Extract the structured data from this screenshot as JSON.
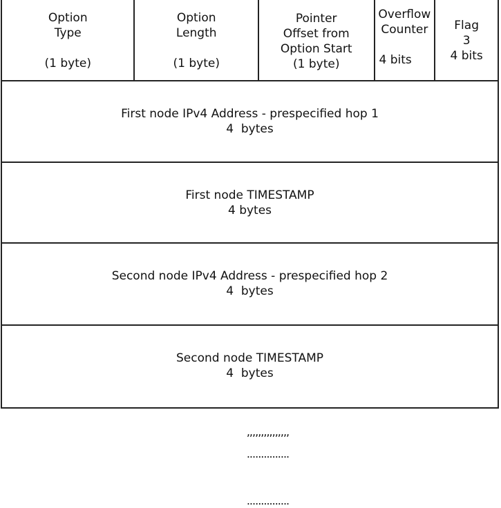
{
  "header": {
    "option_type": {
      "lines": [
        "Option",
        "Type"
      ],
      "size": "(1 byte)"
    },
    "option_length": {
      "lines": [
        "Option",
        "Length"
      ],
      "size": "(1 byte)"
    },
    "pointer": {
      "lines": [
        "Pointer",
        "Offset from",
        "Option Start",
        "(1 byte)"
      ]
    },
    "overflow": {
      "lines": [
        "Overflow",
        "Counter"
      ],
      "size": "4 bits"
    },
    "flag": {
      "lines": [
        "Flag",
        "3",
        "4 bits"
      ]
    }
  },
  "rows": [
    {
      "label": "First node IPv4 Address - prespecified hop 1",
      "size": "4  bytes"
    },
    {
      "label": "First node TIMESTAMP",
      "size": "4 bytes"
    },
    {
      "label": "Second node IPv4 Address - prespecified hop 2",
      "size": "4  bytes"
    },
    {
      "label": "Second node TIMESTAMP",
      "size": "4  bytes"
    }
  ],
  "continuation": [
    ",,,,,,,,,,,,,,,",
    "...............",
    "..............."
  ]
}
